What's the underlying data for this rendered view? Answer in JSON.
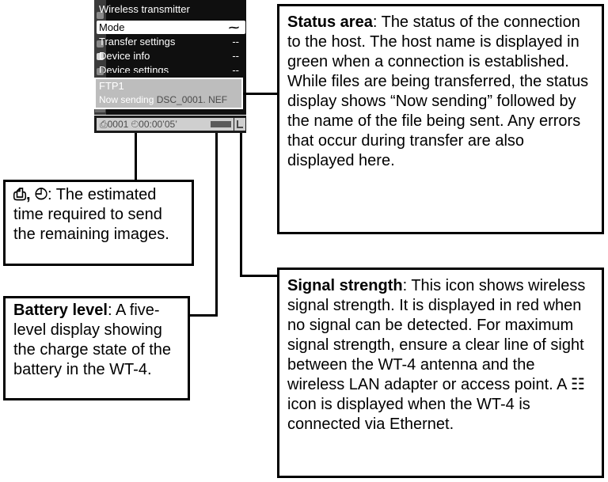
{
  "screen": {
    "menu_title": "Wireless transmitter",
    "menu_items": [
      {
        "label": "Mode",
        "value": "⁓"
      },
      {
        "label": "Transfer settings",
        "value": "--"
      },
      {
        "label": "Device info",
        "value": "--"
      },
      {
        "label": "Device settings",
        "value": "--"
      }
    ],
    "status": {
      "host": "FTP1",
      "now_sending": "Now sending ",
      "file": "DSC_0001. NEF"
    },
    "remaining_count": "0001",
    "remaining_time": "00:00’05’",
    "help": "?"
  },
  "callouts": {
    "status_area": {
      "heading": "Status area",
      "body": ": The status of the connection to the host. The host name is displayed in green when a connection is established. While files are being transferred, the status display shows “Now sending” followed by the name of the file being sent. Any errors that occur during transfer are also displayed here."
    },
    "time_remaining": {
      "heading": "⎙, ◴",
      "body": ": The estimated time required to send the remaining images."
    },
    "battery": {
      "heading": "Battery level",
      "body": ": A five-level display showing the charge state of the battery in the WT-4."
    },
    "signal": {
      "heading": "Signal strength",
      "body": ": This icon shows wireless signal strength. It is displayed in red when no signal can be detected. For maximum signal strength, ensure a clear line of sight between the WT-4 antenna and the wireless LAN adapter or access point. A ☷ icon is displayed when the WT-4 is connected via Ethernet."
    }
  }
}
